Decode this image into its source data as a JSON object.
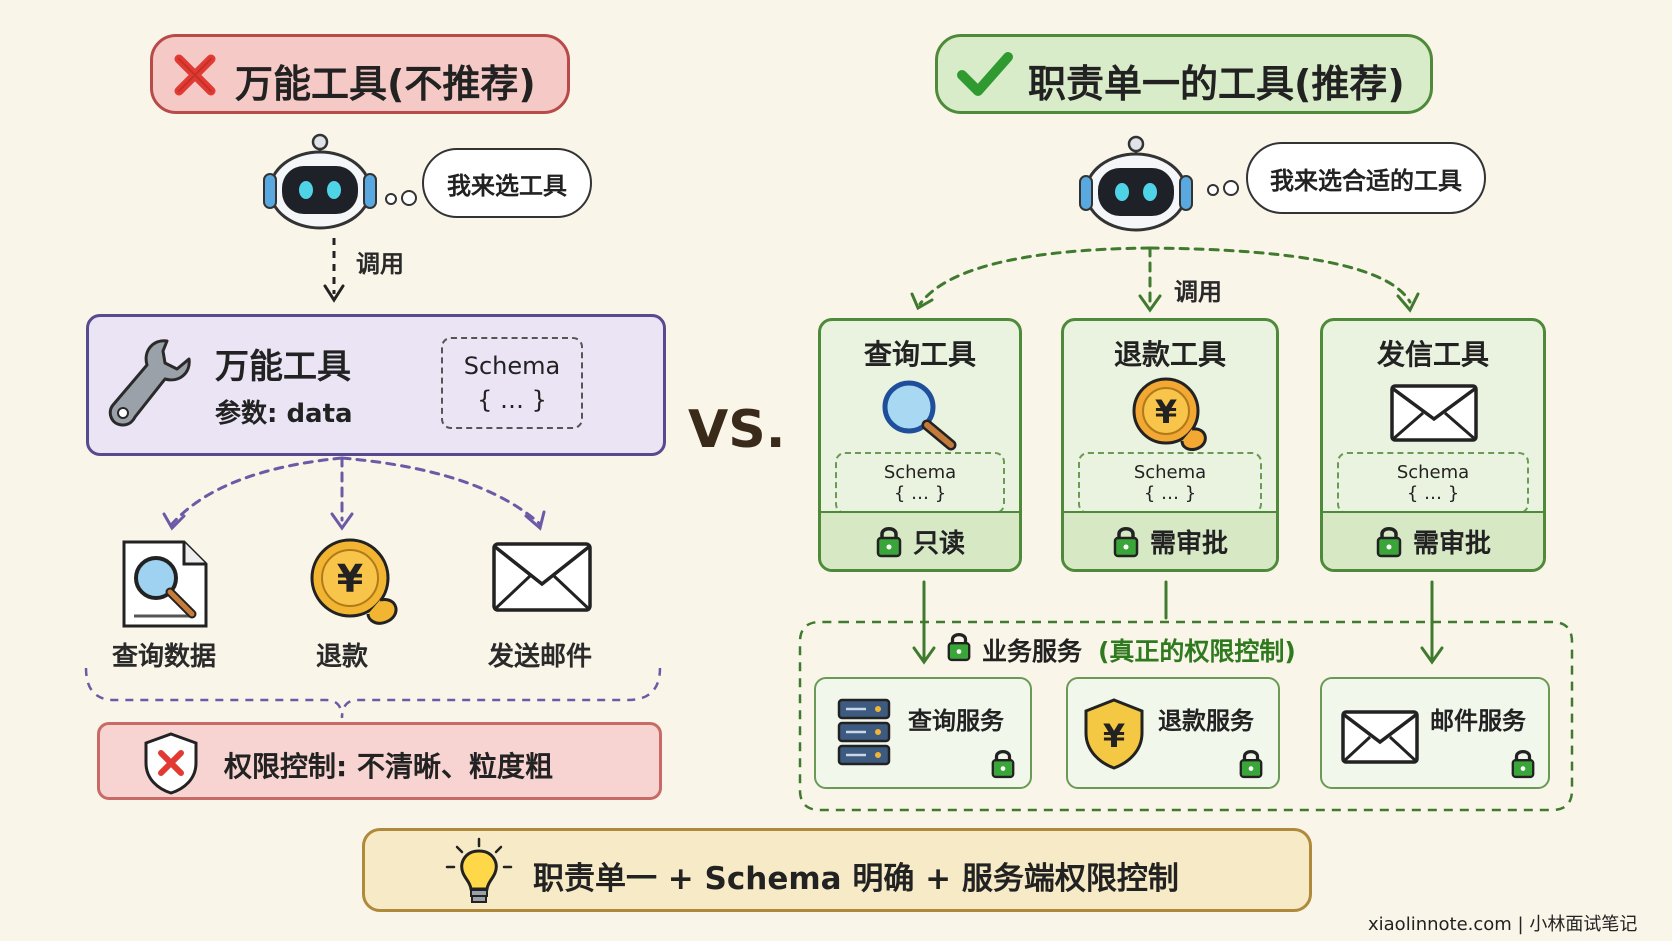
{
  "left": {
    "header": "万能工具(不推荐)",
    "thought": "我来选工具",
    "call_label": "调用",
    "tool": {
      "name": "万能工具",
      "param": "参数: data",
      "schema_title": "Schema",
      "schema_body": "{ … }"
    },
    "actions": [
      {
        "label": "查询数据",
        "icon": "search-document-icon"
      },
      {
        "label": "退款",
        "icon": "yen-coin-icon"
      },
      {
        "label": "发送邮件",
        "icon": "envelope-icon"
      }
    ],
    "permission": "权限控制: 不清晰、粒度粗"
  },
  "vs": "VS.",
  "right": {
    "header": "职责单一的工具(推荐)",
    "thought": "我来选合适的工具",
    "call_label": "调用",
    "tools": [
      {
        "name": "查询工具",
        "schema_title": "Schema",
        "schema_body": "{ … }",
        "permission": "只读",
        "icon": "magnifier-icon"
      },
      {
        "name": "退款工具",
        "schema_title": "Schema",
        "schema_body": "{ … }",
        "permission": "需审批",
        "icon": "yen-coin-icon"
      },
      {
        "name": "发信工具",
        "schema_title": "Schema",
        "schema_body": "{ … }",
        "permission": "需审批",
        "icon": "envelope-icon"
      }
    ],
    "business_prefix": "业务服务",
    "business_suffix": "(真正的权限控制)",
    "services": [
      {
        "label": "查询服务",
        "icon": "server-icon"
      },
      {
        "label": "退款服务",
        "icon": "yen-shield-icon"
      },
      {
        "label": "邮件服务",
        "icon": "envelope-icon"
      }
    ]
  },
  "summary": "职责单一 + Schema 明确 + 服务端权限控制",
  "footer": "xiaolinnote.com | 小林面试笔记",
  "colors": {
    "red": "#b84a48",
    "green": "#4f8a3a",
    "purple": "#574a8e",
    "gold": "#b08a3c",
    "background": "#faf5e9"
  }
}
